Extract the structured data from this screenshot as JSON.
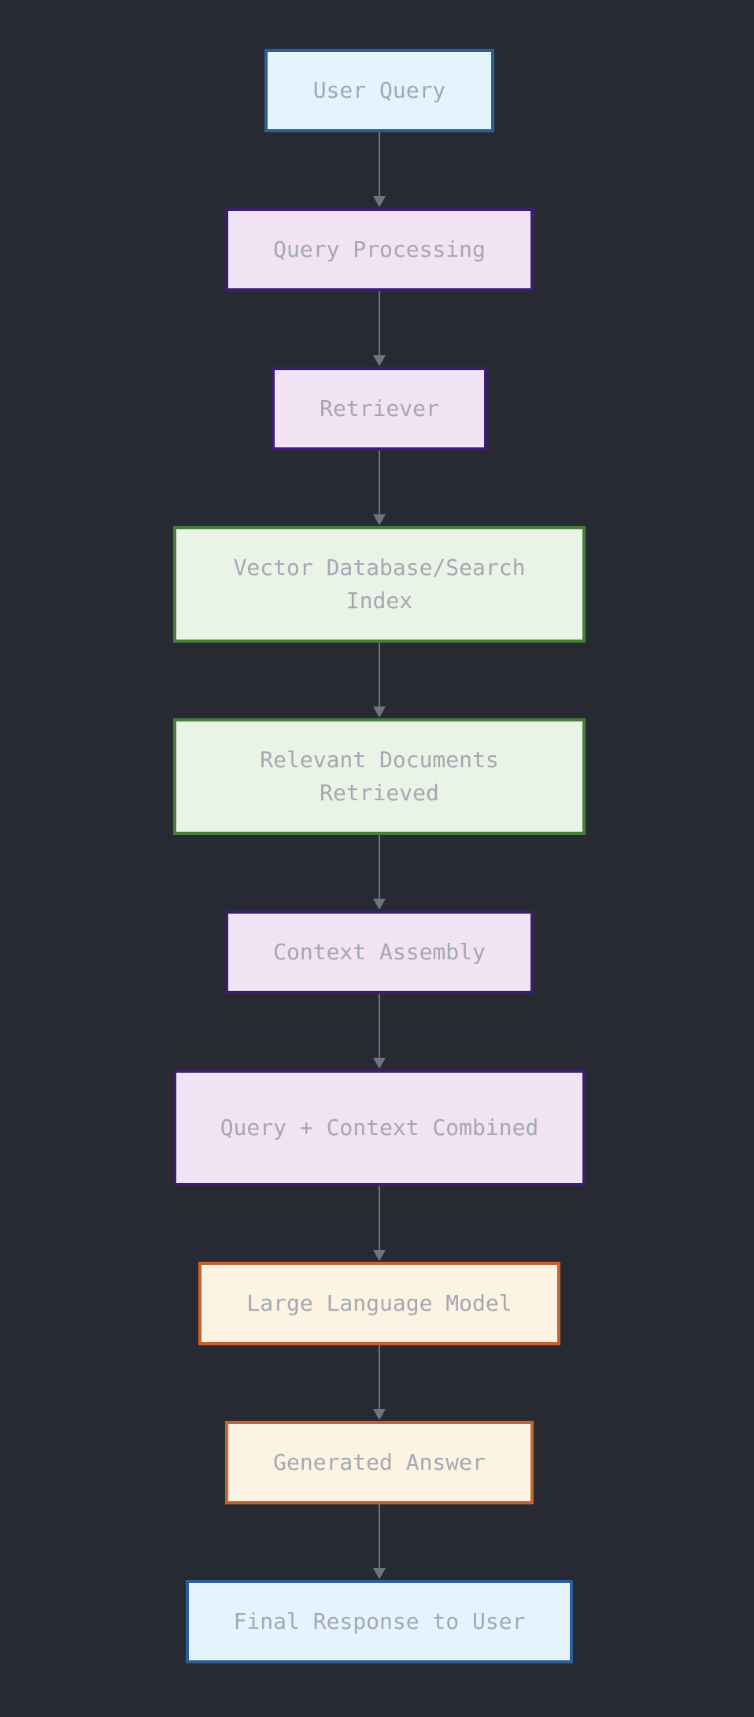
{
  "diagram": {
    "background": "#282a33",
    "edge_color": "#6e7480",
    "text_color": "#a3a8b3",
    "nodes": [
      {
        "id": "user-query",
        "label": "User Query",
        "style": "blue"
      },
      {
        "id": "query-processing",
        "label": "Query Processing",
        "style": "purple"
      },
      {
        "id": "retriever",
        "label": "Retriever",
        "style": "purple"
      },
      {
        "id": "vector-database",
        "label": "Vector Database/Search Index",
        "style": "green"
      },
      {
        "id": "relevant-documents",
        "label": "Relevant Documents Retrieved",
        "style": "green"
      },
      {
        "id": "context-assembly",
        "label": "Context Assembly",
        "style": "purple"
      },
      {
        "id": "query-context-combined",
        "label": "Query + Context Combined",
        "style": "purple"
      },
      {
        "id": "large-language-model",
        "label": "Large Language Model",
        "style": "orange"
      },
      {
        "id": "generated-answer",
        "label": "Generated Answer",
        "style": "orange"
      },
      {
        "id": "final-response",
        "label": "Final Response to User",
        "style": "blue"
      }
    ],
    "edges": [
      {
        "from": "user-query",
        "to": "query-processing"
      },
      {
        "from": "query-processing",
        "to": "retriever"
      },
      {
        "from": "retriever",
        "to": "vector-database"
      },
      {
        "from": "vector-database",
        "to": "relevant-documents"
      },
      {
        "from": "relevant-documents",
        "to": "context-assembly"
      },
      {
        "from": "context-assembly",
        "to": "query-context-combined"
      },
      {
        "from": "query-context-combined",
        "to": "large-language-model"
      },
      {
        "from": "large-language-model",
        "to": "generated-answer"
      },
      {
        "from": "generated-answer",
        "to": "final-response"
      }
    ]
  }
}
